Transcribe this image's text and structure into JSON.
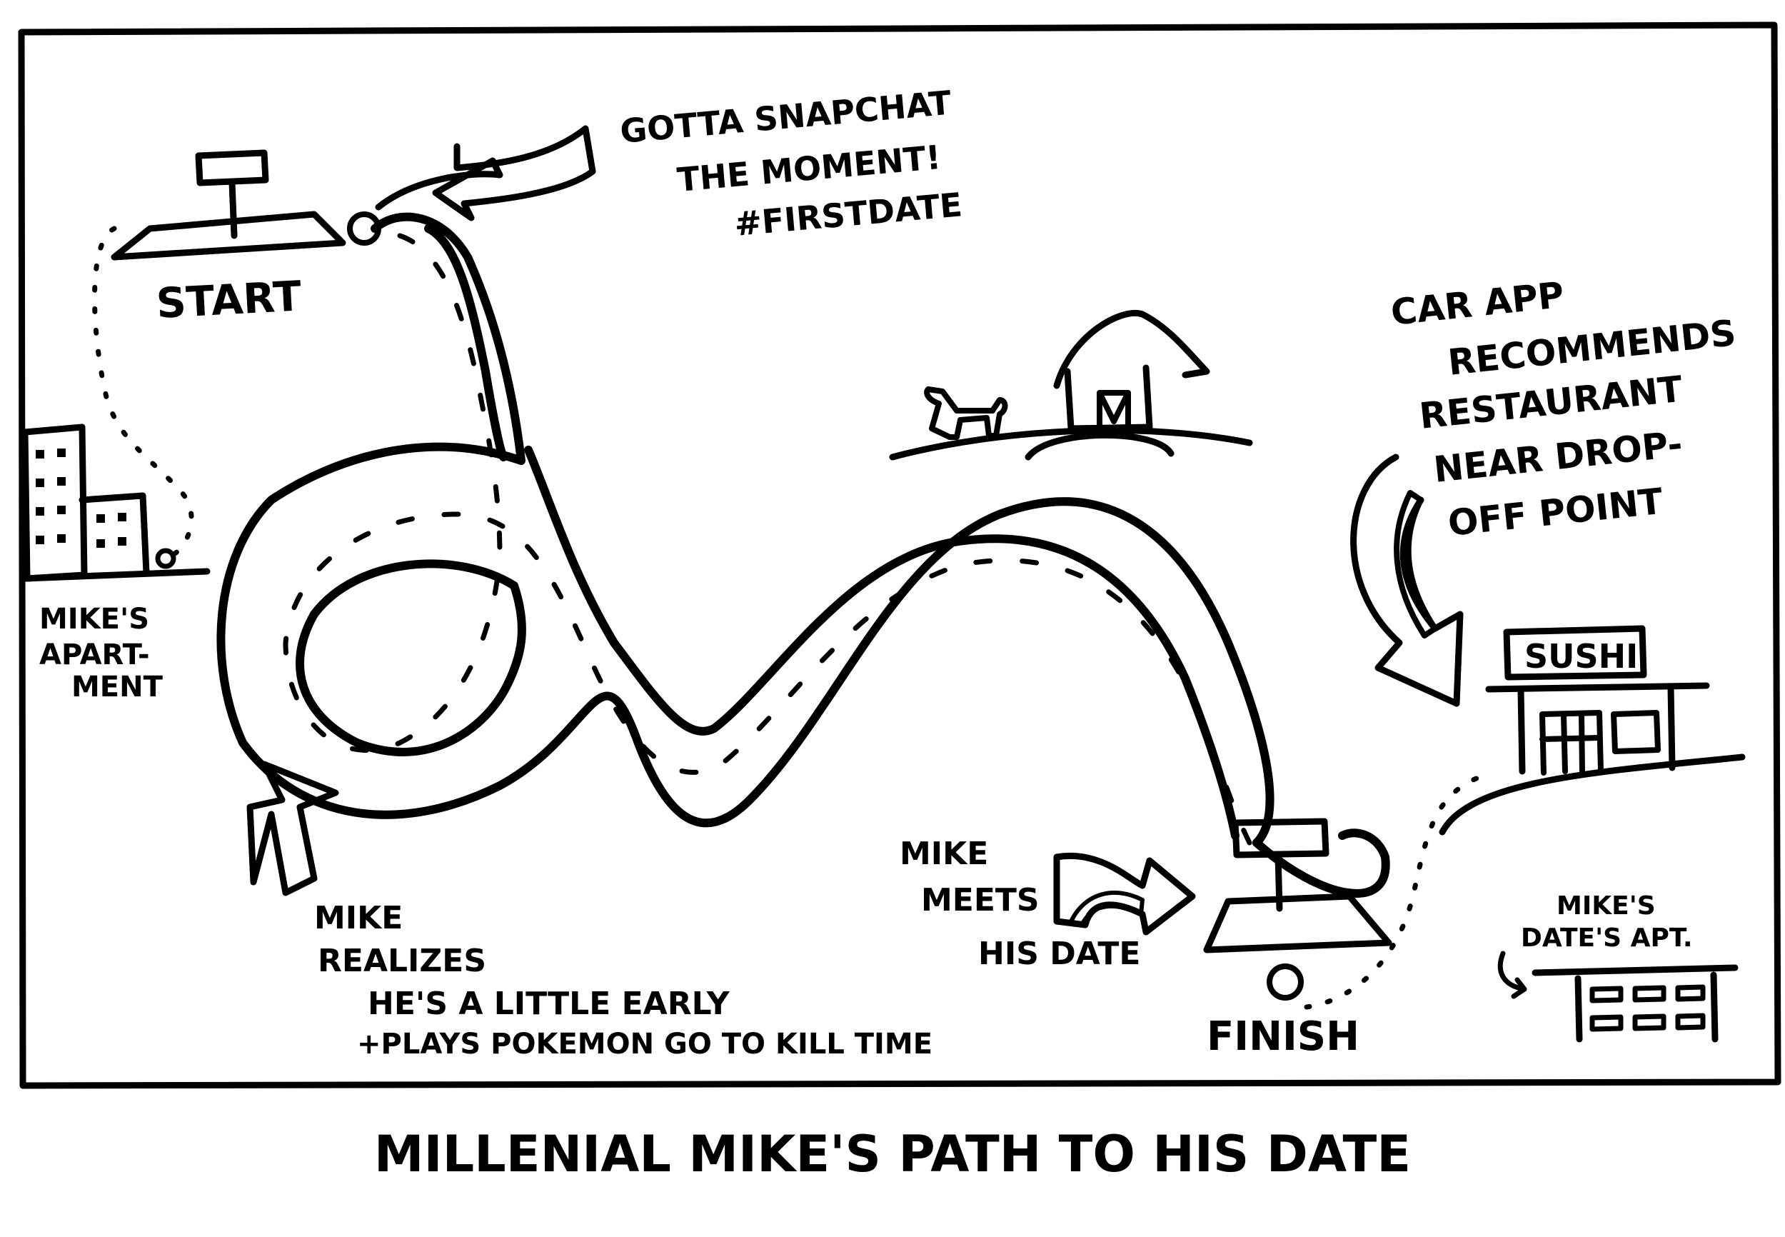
{
  "title": "MILLENIAL MIKE'S PATH TO HIS DATE",
  "labels": {
    "start": "START",
    "finish": "FINISH",
    "mikes_apartment": [
      "MIKE'S",
      "APART-",
      "MENT"
    ],
    "dates_apartment": [
      "MIKE'S",
      "DATE'S APT."
    ],
    "sushi_sign": "SUSHI"
  },
  "annotations": {
    "snapchat": [
      "GOTTA SNAPCHAT",
      "THE MOMENT!",
      "#FIRSTDATE"
    ],
    "car_app": [
      "CAR APP",
      "RECOMMENDS",
      "RESTAURANT",
      "NEAR DROP-",
      "OFF POINT"
    ],
    "realizes": [
      "MIKE",
      "REALIZES",
      "HE'S A LITTLE EARLY",
      "+PLAYS POKEMON GO TO KILL TIME"
    ],
    "meets": [
      "MIKE",
      "MEETS",
      "HIS DATE"
    ]
  },
  "colors": {
    "ink": "#000000",
    "paper": "#ffffff"
  }
}
